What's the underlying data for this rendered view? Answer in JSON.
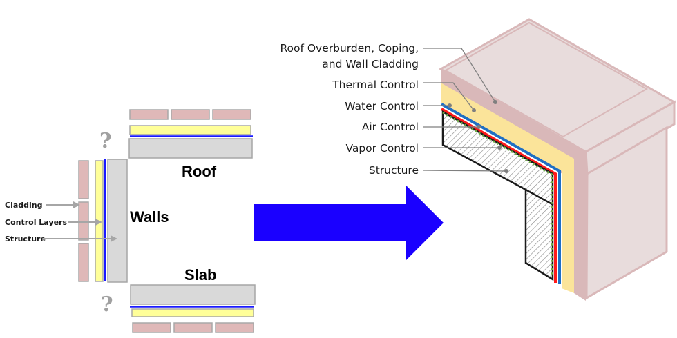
{
  "colors": {
    "cladding": "#dfb8b8",
    "cladding_stroke": "#a8a8a8",
    "thermal": "#ffff99",
    "air_barrier_line": "#1a1aff",
    "structure": "#d9d9d9",
    "structure_stroke": "#a6a6a6",
    "arrow": "#1a00ff",
    "iso_cladding_face": "#d9b8b9",
    "iso_cladding_light": "#e8dcdc",
    "iso_thermal": "#fbe49a",
    "iso_water": "#1f6fc4",
    "iso_air": "#ff1a1a",
    "iso_vapor": "#70ad47",
    "leader": "#7f7f7f"
  },
  "left_diagram": {
    "assembly_labels": {
      "roof": "Roof",
      "walls": "Walls",
      "slab": "Slab"
    },
    "unknown_joint_symbol": "?",
    "layer_callouts": [
      "Cladding",
      "Control Layers",
      "Structure"
    ]
  },
  "transition_arrow": {
    "icon": "right-arrow-icon"
  },
  "right_diagram": {
    "layer_callouts": [
      {
        "line1": "Roof Overburden, Coping,",
        "line2": "and Wall Cladding"
      },
      {
        "line1": "Thermal Control"
      },
      {
        "line1": "Water Control"
      },
      {
        "line1": "Air Control"
      },
      {
        "line1": "Vapor Control"
      },
      {
        "line1": "Structure"
      }
    ]
  }
}
